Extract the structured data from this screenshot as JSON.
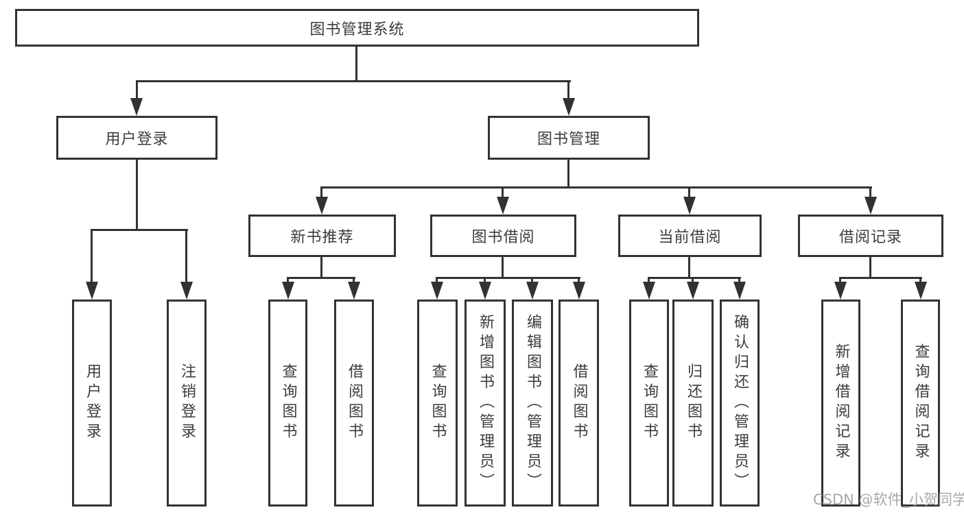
{
  "tree": {
    "label": "图书管理系统",
    "children": [
      {
        "label": "用户登录",
        "children": [
          {
            "label": "用户登录"
          },
          {
            "label": "注销登录"
          }
        ]
      },
      {
        "label": "图书管理",
        "children": [
          {
            "label": "新书推荐",
            "children": [
              {
                "label": "查询图书"
              },
              {
                "label": "借阅图书"
              }
            ]
          },
          {
            "label": "图书借阅",
            "children": [
              {
                "label": "查询图书"
              },
              {
                "label": "新增图书（管理员）"
              },
              {
                "label": "编辑图书（管理员）"
              },
              {
                "label": "借阅图书"
              }
            ]
          },
          {
            "label": "当前借阅",
            "children": [
              {
                "label": "查询图书"
              },
              {
                "label": "归还图书"
              },
              {
                "label": "确认归还（管理员）"
              }
            ]
          },
          {
            "label": "借阅记录",
            "children": [
              {
                "label": "新增借阅记录"
              },
              {
                "label": "查询借阅记录"
              }
            ]
          }
        ]
      }
    ]
  },
  "watermark": {
    "text": "CSDN @软件_小贺同学"
  },
  "colors": {
    "background": "#ffffff",
    "line": "#323232",
    "text": "#3c3c3c",
    "watermark": "#9e9e9e"
  }
}
